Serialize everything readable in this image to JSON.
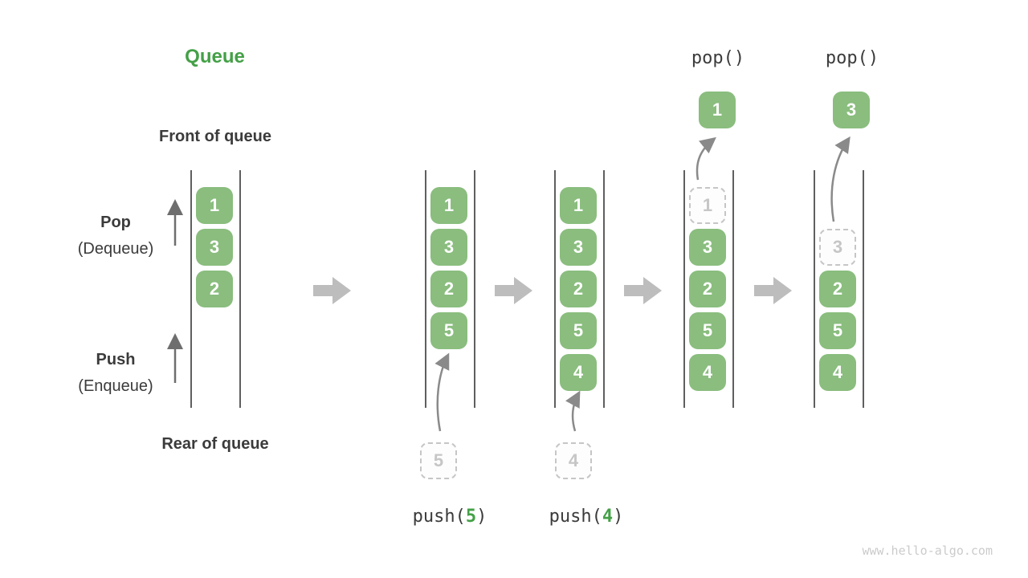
{
  "title": "Queue",
  "labels": {
    "front": "Front of queue",
    "rear": "Rear of queue",
    "pop_main": "Pop",
    "pop_sub": "(Dequeue)",
    "push_main": "Push",
    "push_sub": "(Enqueue)"
  },
  "watermark": "www.hello-algo.com",
  "colors": {
    "accent_green": "#44A047",
    "box_green": "#8ABD7E",
    "ghost_gray": "#C6C6C6",
    "block_arrow_gray": "#BDBDBD",
    "line_gray": "#5F5F5F",
    "curve_arrow_gray": "#8A8A8A",
    "text_dark": "#3B3B3B",
    "watermark_gray": "#CBCBCB"
  },
  "states": [
    {
      "cells": [
        {
          "slot": 0,
          "value": "1",
          "ghost": false
        },
        {
          "slot": 1,
          "value": "3",
          "ghost": false
        },
        {
          "slot": 2,
          "value": "2",
          "ghost": false
        }
      ]
    },
    {
      "cells": [
        {
          "slot": 0,
          "value": "1",
          "ghost": false
        },
        {
          "slot": 1,
          "value": "3",
          "ghost": false
        },
        {
          "slot": 2,
          "value": "2",
          "ghost": false
        },
        {
          "slot": 3,
          "value": "5",
          "ghost": false
        }
      ],
      "push": {
        "staged_value": "5",
        "label_prefix": "push(",
        "label_arg": "5",
        "label_suffix": ")"
      }
    },
    {
      "cells": [
        {
          "slot": 0,
          "value": "1",
          "ghost": false
        },
        {
          "slot": 1,
          "value": "3",
          "ghost": false
        },
        {
          "slot": 2,
          "value": "2",
          "ghost": false
        },
        {
          "slot": 3,
          "value": "5",
          "ghost": false
        },
        {
          "slot": 4,
          "value": "4",
          "ghost": false
        }
      ],
      "push": {
        "staged_value": "4",
        "label_prefix": "push(",
        "label_arg": "4",
        "label_suffix": ")"
      }
    },
    {
      "cells": [
        {
          "slot": 0,
          "value": "1",
          "ghost": true
        },
        {
          "slot": 1,
          "value": "3",
          "ghost": false
        },
        {
          "slot": 2,
          "value": "2",
          "ghost": false
        },
        {
          "slot": 3,
          "value": "5",
          "ghost": false
        },
        {
          "slot": 4,
          "value": "4",
          "ghost": false
        }
      ],
      "pop": {
        "label": "pop()",
        "popped_value": "1"
      }
    },
    {
      "cells": [
        {
          "slot": 1,
          "value": "3",
          "ghost": true
        },
        {
          "slot": 2,
          "value": "2",
          "ghost": false
        },
        {
          "slot": 3,
          "value": "5",
          "ghost": false
        },
        {
          "slot": 4,
          "value": "4",
          "ghost": false
        }
      ],
      "pop": {
        "label": "pop()",
        "popped_value": "3"
      }
    }
  ]
}
